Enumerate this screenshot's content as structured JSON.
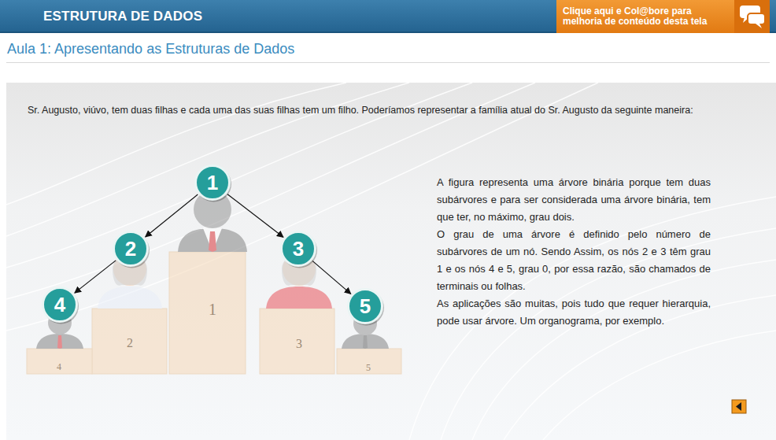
{
  "diagram": {
    "title": "Aula 1: Apresentando as Estruturas de Dados",
    "nodes": [
      {
        "text": [
          "ESTRUTURA DE DADOS"
        ]
      },
      {
        "text": [
          "Clique aqui e Col@bore para melhoria de conteúdo desta tela"
        ],
        "in": 0
      },
      {
        "text": [
          "1"
        ]
      },
      {
        "text": [
          "2"
        ]
      },
      {
        "text": [
          "3"
        ]
      },
      {
        "text": [
          "4"
        ]
      },
      {
        "text": [
          "5"
        ]
      }
    ],
    "edges": [
      {
        "from": 2,
        "to": 3,
        "arrow": "to"
      },
      {
        "from": 2,
        "to": 4,
        "arrow": "to"
      },
      {
        "from": 3,
        "to": 5,
        "arrow": "to"
      },
      {
        "from": 4,
        "to": 6,
        "arrow": "to"
      }
    ],
    "labels": [
      "Sr. Augusto, viúvo, tem duas filhas e cada uma das suas filhas tem um filho. Poderíamos representar a família atual do Sr. Augusto da seguinte maneira:",
      "A figura representa uma árvore binária porque tem duas subárvores e para ser considerada uma árvore binária, tem que ter, no máximo, grau dois.",
      "O grau de uma árvore é definido pelo número de subárvores de um nó. Sendo Assim, os nós 2 e 3 têm grau 1 e os nós 4 e 5, grau 0, por essa razão, são chamados de terminais ou folhas.",
      "As aplicações são muitas, pois tudo que requer hierarquia, pode usar árvore. Um organograma, por exemplo.",
      "1",
      "2",
      "3",
      "4",
      "5"
    ]
  }
}
